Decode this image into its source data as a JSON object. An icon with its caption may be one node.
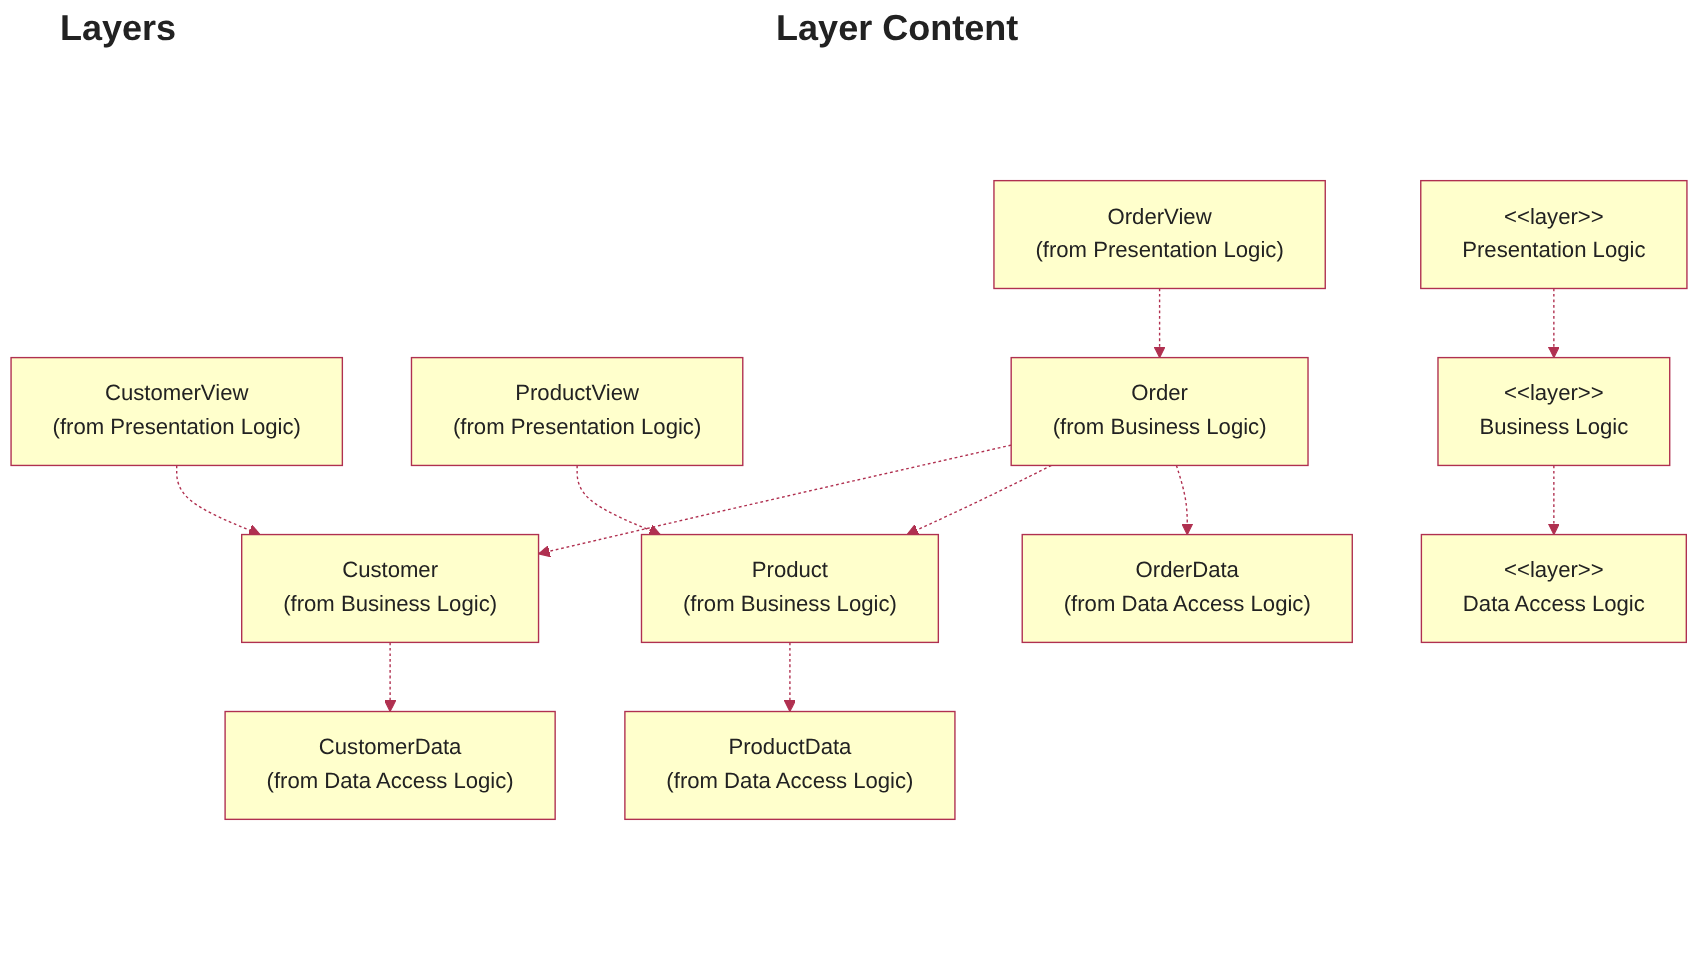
{
  "diagram": {
    "nodes": [
      {
        "text": [
          "<<layer>>",
          "Presentation Logic"
        ]
      },
      {
        "text": [
          "CustomerView",
          "(from Presentation Logic)"
        ]
      },
      {
        "text": [
          "OrderView",
          "(from Presentation Logic)"
        ]
      },
      {
        "text": [
          "ProductView",
          "(from Presentation Logic)"
        ]
      },
      {
        "text": [
          "<<layer>>",
          "Business Logic"
        ]
      },
      {
        "text": [
          "Customer",
          "(from Business Logic)"
        ]
      },
      {
        "text": [
          "Order",
          "(from Business Logic)"
        ]
      },
      {
        "text": [
          "Product",
          "(from Business Logic)"
        ]
      },
      {
        "text": [
          "<<layer>>",
          "Data Access Logic"
        ]
      },
      {
        "text": [
          "CustomerData",
          "(from Data Access Logic)"
        ]
      },
      {
        "text": [
          "OrderData",
          "(from Data Access Logic)"
        ]
      },
      {
        "text": [
          "ProductData",
          "(from Data Access Logic)"
        ]
      }
    ],
    "edges": [
      {
        "from": 0,
        "to": 4,
        "arrow": "to",
        "style": "dashed"
      },
      {
        "from": 4,
        "to": 8,
        "arrow": "to",
        "style": "dashed"
      },
      {
        "from": 1,
        "to": 5,
        "arrow": "to",
        "style": "dashed"
      },
      {
        "from": 2,
        "to": 6,
        "arrow": "to",
        "style": "dashed"
      },
      {
        "from": 3,
        "to": 7,
        "arrow": "to",
        "style": "dashed"
      },
      {
        "from": 6,
        "to": 5,
        "arrow": "to",
        "style": "dashed"
      },
      {
        "from": 6,
        "to": 7,
        "arrow": "to",
        "style": "dashed"
      },
      {
        "from": 5,
        "to": 9,
        "arrow": "to",
        "style": "dashed"
      },
      {
        "from": 6,
        "to": 10,
        "arrow": "to",
        "style": "dashed"
      },
      {
        "from": 7,
        "to": 11,
        "arrow": "to",
        "style": "dashed"
      }
    ],
    "labels": [
      "Layers",
      "Layer Content"
    ]
  }
}
